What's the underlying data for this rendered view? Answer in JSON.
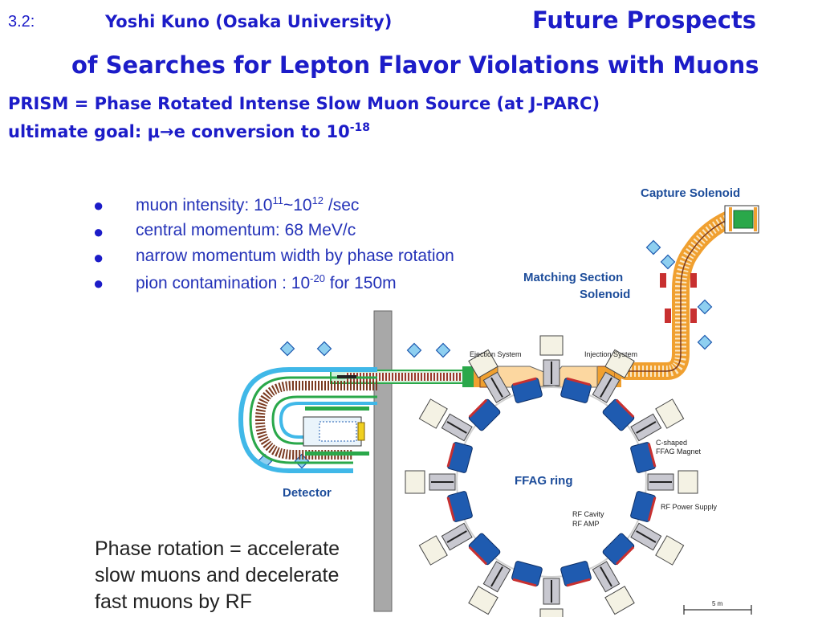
{
  "header": {
    "number": "3.2:",
    "speaker": "Yoshi Kuno (Osaka University)",
    "title_line1": "Future Prospects",
    "title_line2": "of Searches for Lepton Flavor Violations with Muons"
  },
  "subtitle": {
    "line1": "PRISM = Phase Rotated Intense Slow Muon Source (at J-PARC)",
    "line2_prefix": "ultimate goal: μ",
    "line2_arrow": "→",
    "line2_mid": "e conversion to 10",
    "line2_exp": "-18"
  },
  "bullets": [
    {
      "pre": "muon intensity: 10",
      "e1": "11",
      "mid": "~10",
      "e2": "12",
      "post": " /sec"
    },
    {
      "pre": "central momentum: 68 MeV/c"
    },
    {
      "pre": "narrow momentum width by phase rotation"
    },
    {
      "pre": "pion contamination : 10",
      "e1": "-20",
      "mid": " for 150m"
    }
  ],
  "bullet_symbol": "●",
  "phase_note": {
    "line1": "Phase rotation = accelerate",
    "line2": "slow muons and decelerate",
    "line3": "fast muons by RF"
  },
  "diagram": {
    "capture_solenoid": "Capture Solenoid",
    "matching_line1": "Matching Section",
    "matching_line2": "Solenoid",
    "ejection_system": "Ejection System",
    "injection_system": "Injection System",
    "detector": "Detector",
    "ffag_ring": "FFAG ring",
    "c_magnet_line1": "C-shaped",
    "c_magnet_line2": "FFAG Magnet",
    "rf_power": "RF Power Supply",
    "rf_cavity": "RF Cavity",
    "rf_amp": "RF AMP",
    "scale": "5 m"
  },
  "colors": {
    "title_blue": "#1c1cc8",
    "bullet_blue": "#2432b8",
    "magnet_blue": "#1f5bb0",
    "cavity_orange": "#f0a030",
    "pipe_green": "#2aa84a",
    "cyan": "#40b8e8",
    "red_accent": "#c83030"
  }
}
